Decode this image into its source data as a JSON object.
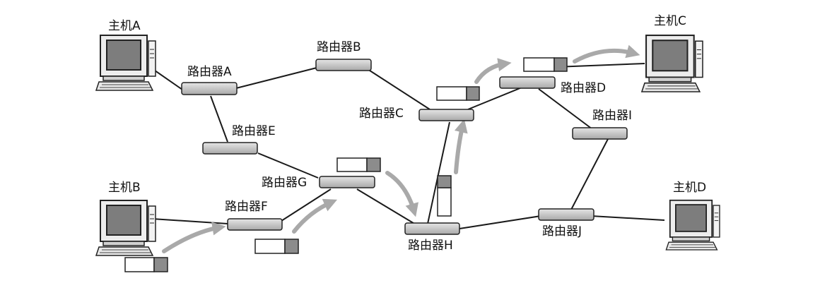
{
  "hosts": {
    "A": "主机A",
    "B": "主机B",
    "C": "主机C",
    "D": "主机D"
  },
  "routers": {
    "A": "路由器A",
    "B": "路由器B",
    "C": "路由器C",
    "D": "路由器D",
    "E": "路由器E",
    "F": "路由器F",
    "G": "路由器G",
    "H": "路由器H",
    "I": "路由器I",
    "J": "路由器J"
  },
  "colors": {
    "line": "#1a1a1a",
    "arrow": "#a9a9a9",
    "router_body": "#c9c9c9",
    "packet_body": "#ffffff",
    "packet_header": "#8c8c8c"
  }
}
